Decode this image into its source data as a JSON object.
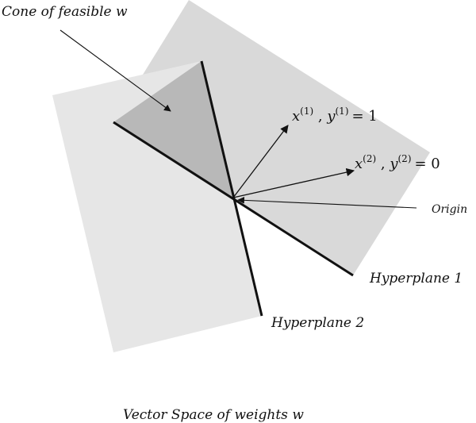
{
  "diagram": {
    "cone_label": "Cone of feasible w",
    "vector1": {
      "name": "x",
      "superscript": "(1)",
      "label_tail_a": "y",
      "label_tail_sup": "(1)",
      "label_tail_b": "= 1"
    },
    "vector2": {
      "name": "x",
      "superscript": "(2)",
      "label_tail_a": "y",
      "label_tail_sup": "(2)",
      "label_tail_b": "= 0"
    },
    "origin_label": "Origin",
    "hyperplane1_label": "Hyperplane 1",
    "hyperplane2_label": "Hyperplane 2",
    "caption": "Vector Space of weights w"
  },
  "colors": {
    "region_halfspace1": "#d9d9d9",
    "region_halfspace2": "#e6e6e6",
    "region_cone": "#b8b8b8",
    "line": "#111111"
  }
}
